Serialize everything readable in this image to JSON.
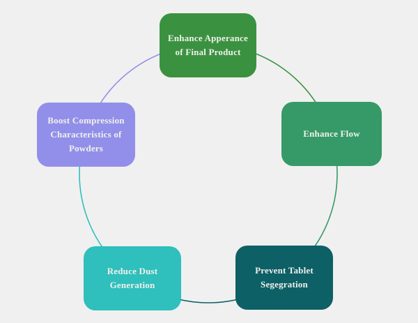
{
  "diagram": {
    "title": "Benefits diagram (circular cycle of 5 nodes)",
    "canvas_background": "#f0f0f0",
    "text_color": "#f2f0ec"
  },
  "nodes": [
    {
      "label": "Enhance Apperance of Final Product",
      "color": "#3a9240",
      "position": "top"
    },
    {
      "label": "Enhance Flow",
      "color": "#359a67",
      "position": "right"
    },
    {
      "label": "Prevent Tablet Segegration",
      "color": "#0d6066",
      "position": "bottom-right"
    },
    {
      "label": "Reduce Dust Generation",
      "color": "#2fbfbc",
      "position": "bottom-left"
    },
    {
      "label": "Boost Compression Characteristics of Powders",
      "color": "#928fea",
      "position": "left"
    }
  ],
  "arcs": [
    {
      "from": "top",
      "to": "right",
      "color": "#3a9240"
    },
    {
      "from": "right",
      "to": "bottom-right",
      "color": "#359a67"
    },
    {
      "from": "bottom-right",
      "to": "bottom-left",
      "color": "#0d6066"
    },
    {
      "from": "bottom-left",
      "to": "left",
      "color": "#2fbfbc"
    },
    {
      "from": "left",
      "to": "top",
      "color": "#928fea"
    }
  ]
}
